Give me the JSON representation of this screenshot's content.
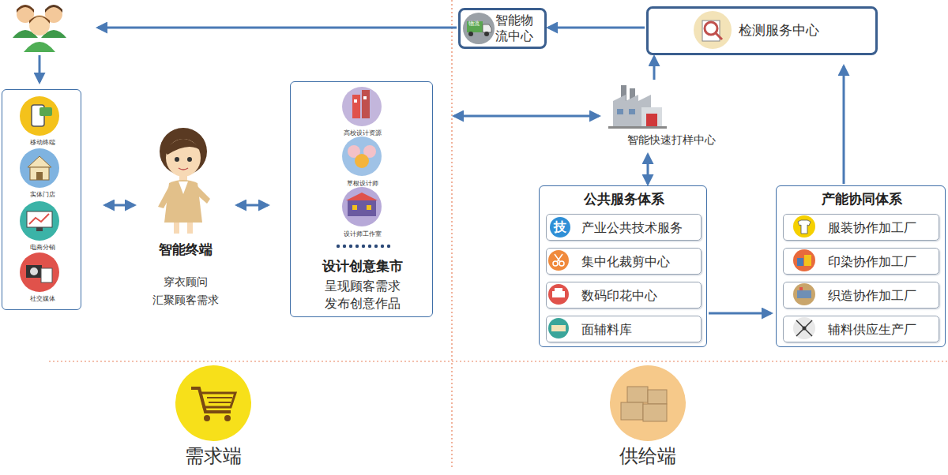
{
  "diagram": {
    "nodes": [
      {
        "text": [
          "移动终端",
          "实体门店",
          "电商分销",
          "社交媒体"
        ]
      },
      {
        "text": [
          "智能终端",
          "穿衣顾问 汇聚顾客需求"
        ]
      },
      {
        "text": [
          "高校设计资源",
          "草根设计师",
          "设计师工作室",
          "设计创意集市",
          "呈现顾客需求 发布创意作品"
        ]
      },
      {
        "text": [
          "智能物流中心"
        ]
      },
      {
        "text": [
          "检测服务中心"
        ]
      },
      {
        "text": [
          "智能快速打样中心"
        ]
      },
      {
        "text": [
          "公共服务体系"
        ]
      },
      {
        "text": [
          "技",
          "产业公共技术服务"
        ],
        "in": 6
      },
      {
        "text": [
          "集中化裁剪中心"
        ],
        "in": 6
      },
      {
        "text": [
          "数码印花中心"
        ],
        "in": 6
      },
      {
        "text": [
          "面辅料库"
        ],
        "in": 6
      },
      {
        "text": [
          "产能协同体系"
        ]
      },
      {
        "text": [
          "服装协作加工厂"
        ],
        "in": 11
      },
      {
        "text": [
          "印染协作加工厂"
        ],
        "in": 11
      },
      {
        "text": [
          "织造协作加工厂"
        ],
        "in": 11
      },
      {
        "text": [
          "辅料供应生产厂"
        ],
        "in": 11
      }
    ],
    "edges": [
      {
        "from": 0,
        "to": 1,
        "arrow": "both"
      },
      {
        "from": 1,
        "to": 2,
        "arrow": "both"
      },
      {
        "from": 2,
        "to": 5,
        "arrow": "both"
      },
      {
        "from": 5,
        "to": 4,
        "arrow": "to"
      },
      {
        "from": 4,
        "to": 3,
        "arrow": "to"
      },
      {
        "from": 5,
        "to": 6,
        "arrow": "both"
      },
      {
        "from": 6,
        "to": 11,
        "arrow": "to"
      },
      {
        "from": 11,
        "to": 4,
        "arrow": "to"
      }
    ],
    "labels": [
      "物流",
      "需求端",
      "供给端"
    ]
  }
}
